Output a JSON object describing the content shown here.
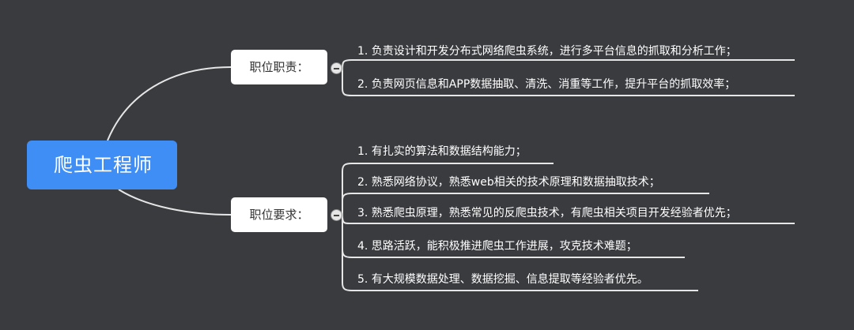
{
  "root": {
    "label": "爬虫工程师",
    "color": "#3f8ef5"
  },
  "branches": [
    {
      "label": "职位职责：",
      "items": [
        "1. 负责设计和开发分布式网络爬虫系统，进行多平台信息的抓取和分析工作；",
        "2. 负责网页信息和APP数据抽取、清洗、消重等工作，提升平台的抓取效率；"
      ]
    },
    {
      "label": "职位要求：",
      "items": [
        "1. 有扎实的算法和数据结构能力；",
        "2. 熟悉网络协议，熟悉web相关的技术原理和数据抽取技术；",
        "3. 熟悉爬虫原理，熟悉常见的反爬虫技术，有爬虫相关项目开发经验者优先；",
        "4. 思路活跃，能积极推进爬虫工作进展，攻克技术难题；",
        "5. 有大规模数据处理、数据挖掘、信息提取等经验者优先。"
      ]
    }
  ],
  "colors": {
    "background": "#3a3b3f",
    "connector": "#e6e6e6"
  }
}
